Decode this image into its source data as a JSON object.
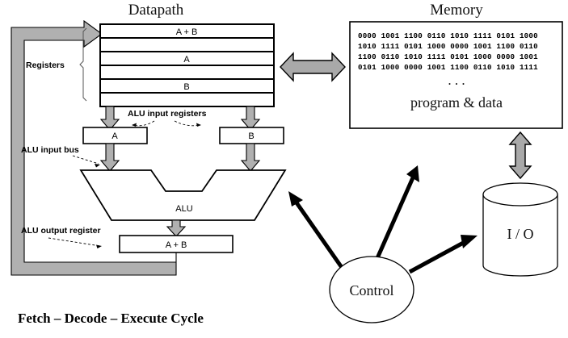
{
  "figure": {
    "caption": "Fetch – Decode – Execute Cycle"
  },
  "datapath": {
    "title": "Datapath",
    "registers_label": "Registers",
    "register_file": {
      "rows": [
        "A + B",
        "",
        "A",
        "",
        "B",
        ""
      ]
    },
    "alu_input_registers_label": "ALU input registers",
    "alu_input_bus_label": "ALU input bus",
    "alu_output_register_label": "ALU output register",
    "input_register_a": "A",
    "input_register_b": "B",
    "alu_label": "ALU",
    "output_register": "A + B"
  },
  "memory": {
    "title": "Memory",
    "rows": [
      "0000 1001 1100 0110 1010 1111 0101 1000",
      "1010 1111 0101 1000 0000 1001 1100 0110",
      "1100 0110 1010 1111 0101 1000 0000 1001",
      "0101 1000 0000 1001 1100 0110 1010 1111"
    ],
    "ellipsis": ". . .",
    "contents_label": "program & data"
  },
  "io": {
    "label": "I / O"
  },
  "control": {
    "label": "Control"
  },
  "connections": {
    "datapath_memory_bus": "datapath-memory-bidirectional-arrow",
    "memory_io_bus": "memory-io-bidirectional-arrow",
    "control_to_alu": "control-to-alu-arrow",
    "control_to_memory": "control-to-memory-arrow",
    "control_to_io": "control-to-io-arrow"
  },
  "colors": {
    "bus_gray": "#a9a9a9",
    "outline": "#000000",
    "background": "#ffffff"
  }
}
